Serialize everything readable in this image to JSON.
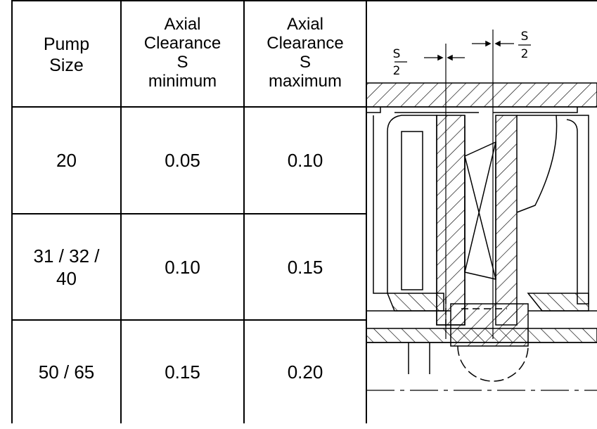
{
  "table": {
    "headers": {
      "pump_size": [
        "Pump",
        "Size"
      ],
      "clearance_min": [
        "Axial",
        "Clearance",
        "S",
        "minimum"
      ],
      "clearance_max": [
        "Axial",
        "Clearance",
        "S",
        "maximum"
      ]
    },
    "rows": [
      {
        "pump_size": [
          "20"
        ],
        "min": "0.05",
        "max": "0.10"
      },
      {
        "pump_size": [
          "31 / 32 /",
          "40"
        ],
        "min": "0.10",
        "max": "0.15"
      },
      {
        "pump_size": [
          "50 / 65"
        ],
        "min": "0.15",
        "max": "0.20"
      }
    ]
  },
  "drawing": {
    "left_dim": {
      "numerator": "S",
      "denominator": "2"
    },
    "right_dim": {
      "numerator": "S",
      "denominator": "2"
    }
  }
}
